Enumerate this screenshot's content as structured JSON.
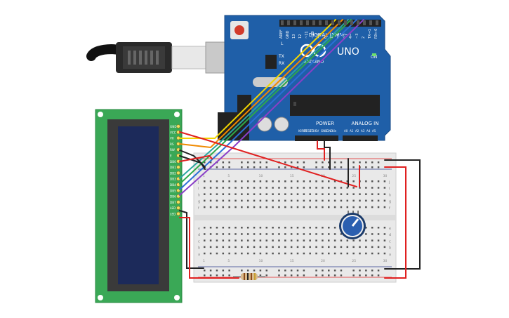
{
  "arduino": {
    "title": "UNO",
    "brand": "ARDUINO",
    "digital_label": "DIGITAL (PWM ~)",
    "power_label": "POWER",
    "analog_label": "ANALOG IN",
    "on_label": "ON",
    "tx_label": "TX",
    "rx_label": "RX",
    "l_label": "L",
    "digital_pins": [
      "AREF",
      "GND",
      "13",
      "12",
      "~11",
      "~10",
      "~9",
      "8",
      "7",
      "~6",
      "~5",
      "4",
      "~3",
      "2",
      "TX→1",
      "RX←0"
    ],
    "power_pins": [
      "IOREF",
      "RESET",
      "3.3V",
      "5V",
      "GND",
      "GND",
      "Vin"
    ],
    "analog_pins": [
      "A0",
      "A1",
      "A2",
      "A3",
      "A4",
      "A5"
    ],
    "board_color": "#1f5fa8"
  },
  "lcd": {
    "pins": [
      "GND",
      "VCC",
      "V0",
      "RS",
      "RW",
      "E",
      "DB0",
      "DB1",
      "DB2",
      "DB3",
      "DB4",
      "DB5",
      "DB6",
      "DB7",
      "LED",
      "LED"
    ],
    "pcb_color": "#3aa856",
    "screen_color": "#1c2a5a"
  },
  "breadboard": {
    "row_letters_top": [
      "j",
      "i",
      "h",
      "g",
      "f"
    ],
    "row_letters_bottom": [
      "e",
      "d",
      "c",
      "b",
      "a"
    ],
    "column_numbers": [
      "1",
      "",
      "",
      "",
      "5",
      "",
      "",
      "",
      "",
      "10",
      "",
      "",
      "",
      "",
      "15",
      "",
      "",
      "",
      "",
      "20",
      "",
      "",
      "",
      "",
      "25",
      "",
      "",
      "",
      "",
      "30"
    ]
  },
  "wire_colors": {
    "red": "#e02020",
    "black": "#222222",
    "yellow": "#f2d500",
    "orange": "#f08a00",
    "green": "#2ea84a",
    "blue": "#2b6fd6",
    "purple": "#8a3fc8",
    "teal": "#2aa6a0"
  }
}
